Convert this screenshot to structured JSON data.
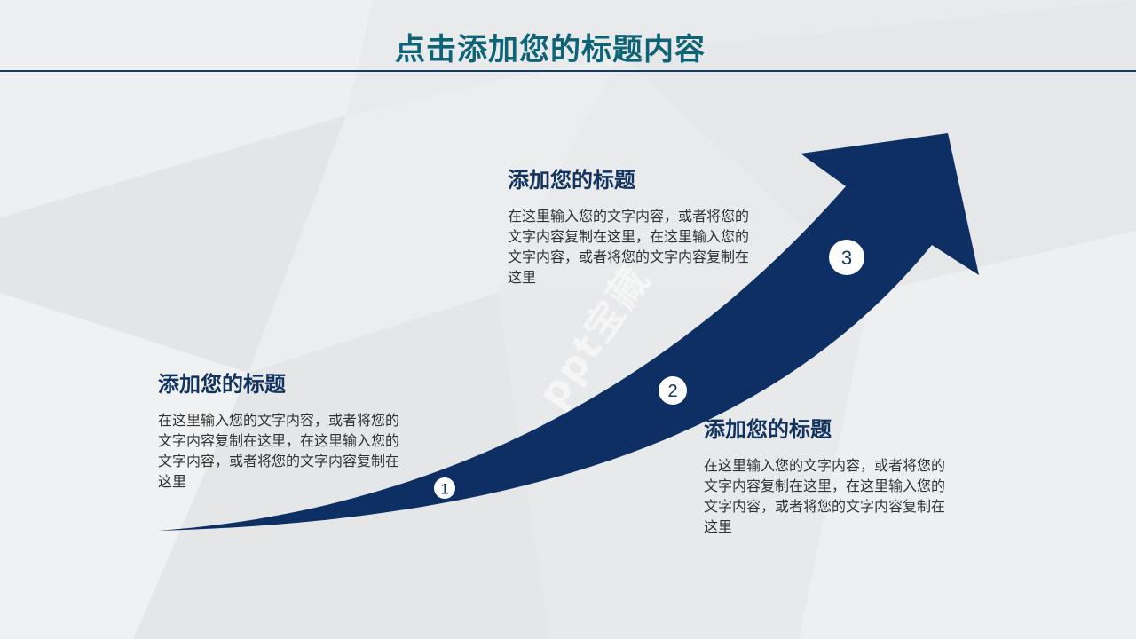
{
  "slide": {
    "title": "点击添加您的标题内容"
  },
  "steps": [
    {
      "number": "1",
      "heading": "添加您的标题",
      "body": "在这里输入您的文字内容，或者将您的文字内容复制在这里，在这里输入您的文字内容，或者将您的文字内容复制在这里"
    },
    {
      "number": "2",
      "heading": "添加您的标题",
      "body": "在这里输入您的文字内容，或者将您的文字内容复制在这里，在这里输入您的文字内容，或者将您的文字内容复制在这里"
    },
    {
      "number": "3",
      "heading": "添加您的标题",
      "body": "在这里输入您的文字内容，或者将您的文字内容复制在这里，在这里输入您的文字内容，或者将您的文字内容复制在这里"
    }
  ],
  "watermark": "ppt宝藏",
  "colors": {
    "arrow": "#0d2f63",
    "title": "#0e6477",
    "heading": "#12335e",
    "rule": "#123a63",
    "badge_fill": "#ffffff",
    "badge_text": "#12335e"
  }
}
